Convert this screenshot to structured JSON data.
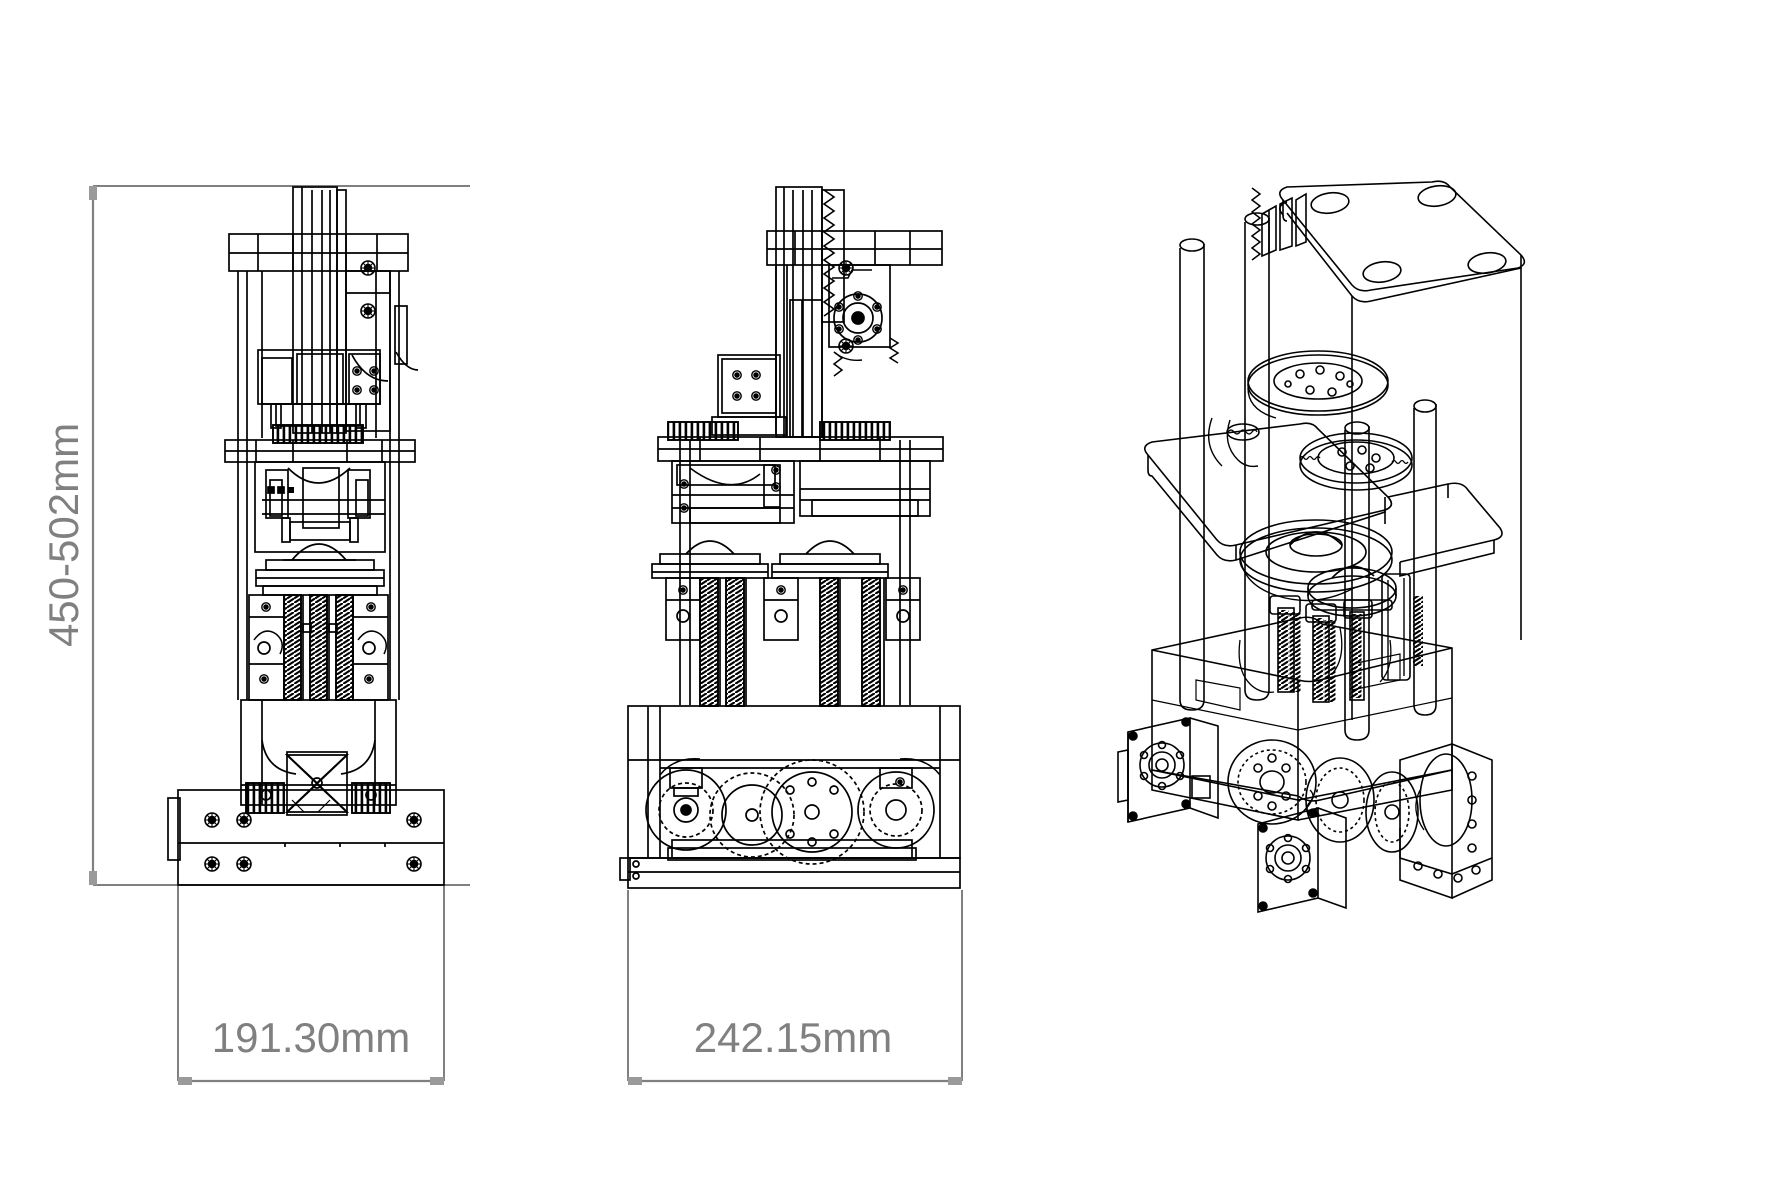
{
  "document": {
    "type": "cad-technical-drawing",
    "background_color": "#ffffff",
    "line_color": "#000000",
    "dimension_color": "#808080",
    "subject": "robotic vertical lift manipulator assembly"
  },
  "dimensions": {
    "height": {
      "label": "450-502mm",
      "orientation": "vertical",
      "min_value": 450,
      "max_value": 502,
      "unit": "mm",
      "applies_to": "front-view"
    },
    "front_width": {
      "label": "191.30mm",
      "orientation": "horizontal",
      "value": 191.3,
      "unit": "mm",
      "applies_to": "front-view"
    },
    "side_width": {
      "label": "242.15mm",
      "orientation": "horizontal",
      "value": 242.15,
      "unit": "mm",
      "applies_to": "side-view"
    }
  },
  "views": [
    {
      "id": "front-view",
      "name": "Front Elevation",
      "components": [
        "top-mast-rail",
        "upper-cross-plate",
        "lead-screw",
        "spur-gear",
        "mid-deck-plate",
        "rotary-joint",
        "dome-bearing",
        "coil-spring-actuators",
        "linear-rail-columns",
        "base-housing",
        "cross-brace-x",
        "bottom-mounting-plate"
      ]
    },
    {
      "id": "side-view",
      "name": "Side Elevation",
      "components": [
        "top-mast-rail-rack",
        "upper-cross-plate",
        "stepper-motor-flange",
        "pinion-gear",
        "mid-deck-plate",
        "twin-spur-gears",
        "gearbox-housing",
        "coil-spring-actuators",
        "base-housing",
        "gear-train-large",
        "gear-train-small",
        "bottom-mounting-plate"
      ]
    },
    {
      "id": "isometric-view",
      "name": "Isometric",
      "components": [
        "top-plate-rounded",
        "mounting-holes",
        "guide-posts",
        "rack-rail",
        "mid-plate",
        "turntable-ring",
        "spur-gear-ring",
        "dome-bearing",
        "spring-actuators",
        "base-block",
        "servo-motor-housings",
        "gear-train"
      ]
    }
  ]
}
